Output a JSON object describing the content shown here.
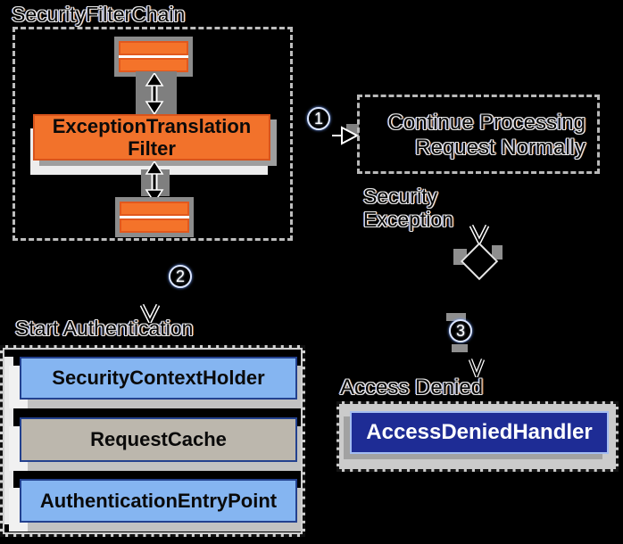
{
  "filter_chain": {
    "title": "SecurityFilterChain",
    "filter_name_line1": "ExceptionTranslation",
    "filter_name_line2": "Filter"
  },
  "steps": {
    "step1": "1",
    "step2": "2",
    "step3": "3"
  },
  "continue_box": {
    "line1": "Continue Processing",
    "line2": "Request Normally"
  },
  "security_exception": {
    "line1": "Security",
    "line2": "Exception"
  },
  "start_authentication": {
    "title": "Start Authentication",
    "components": [
      "SecurityContextHolder",
      "RequestCache",
      "AuthenticationEntryPoint"
    ]
  },
  "access_denied": {
    "title": "Access Denied",
    "handler": "AccessDeniedHandler"
  },
  "colors": {
    "background": "#000000",
    "filter_orange": "#f2722b",
    "filter_orange_border": "#d8541c",
    "component_blue": "#85b5f1",
    "component_gray": "#bcb7ad",
    "component_border_blue": "#23418f",
    "handler_navy": "#1e2c95",
    "handler_border": "#a4bdf2",
    "shadow_gray": "#9e9e9e",
    "dash_light": "#bdbdbd",
    "dash_dark": "#141414"
  }
}
